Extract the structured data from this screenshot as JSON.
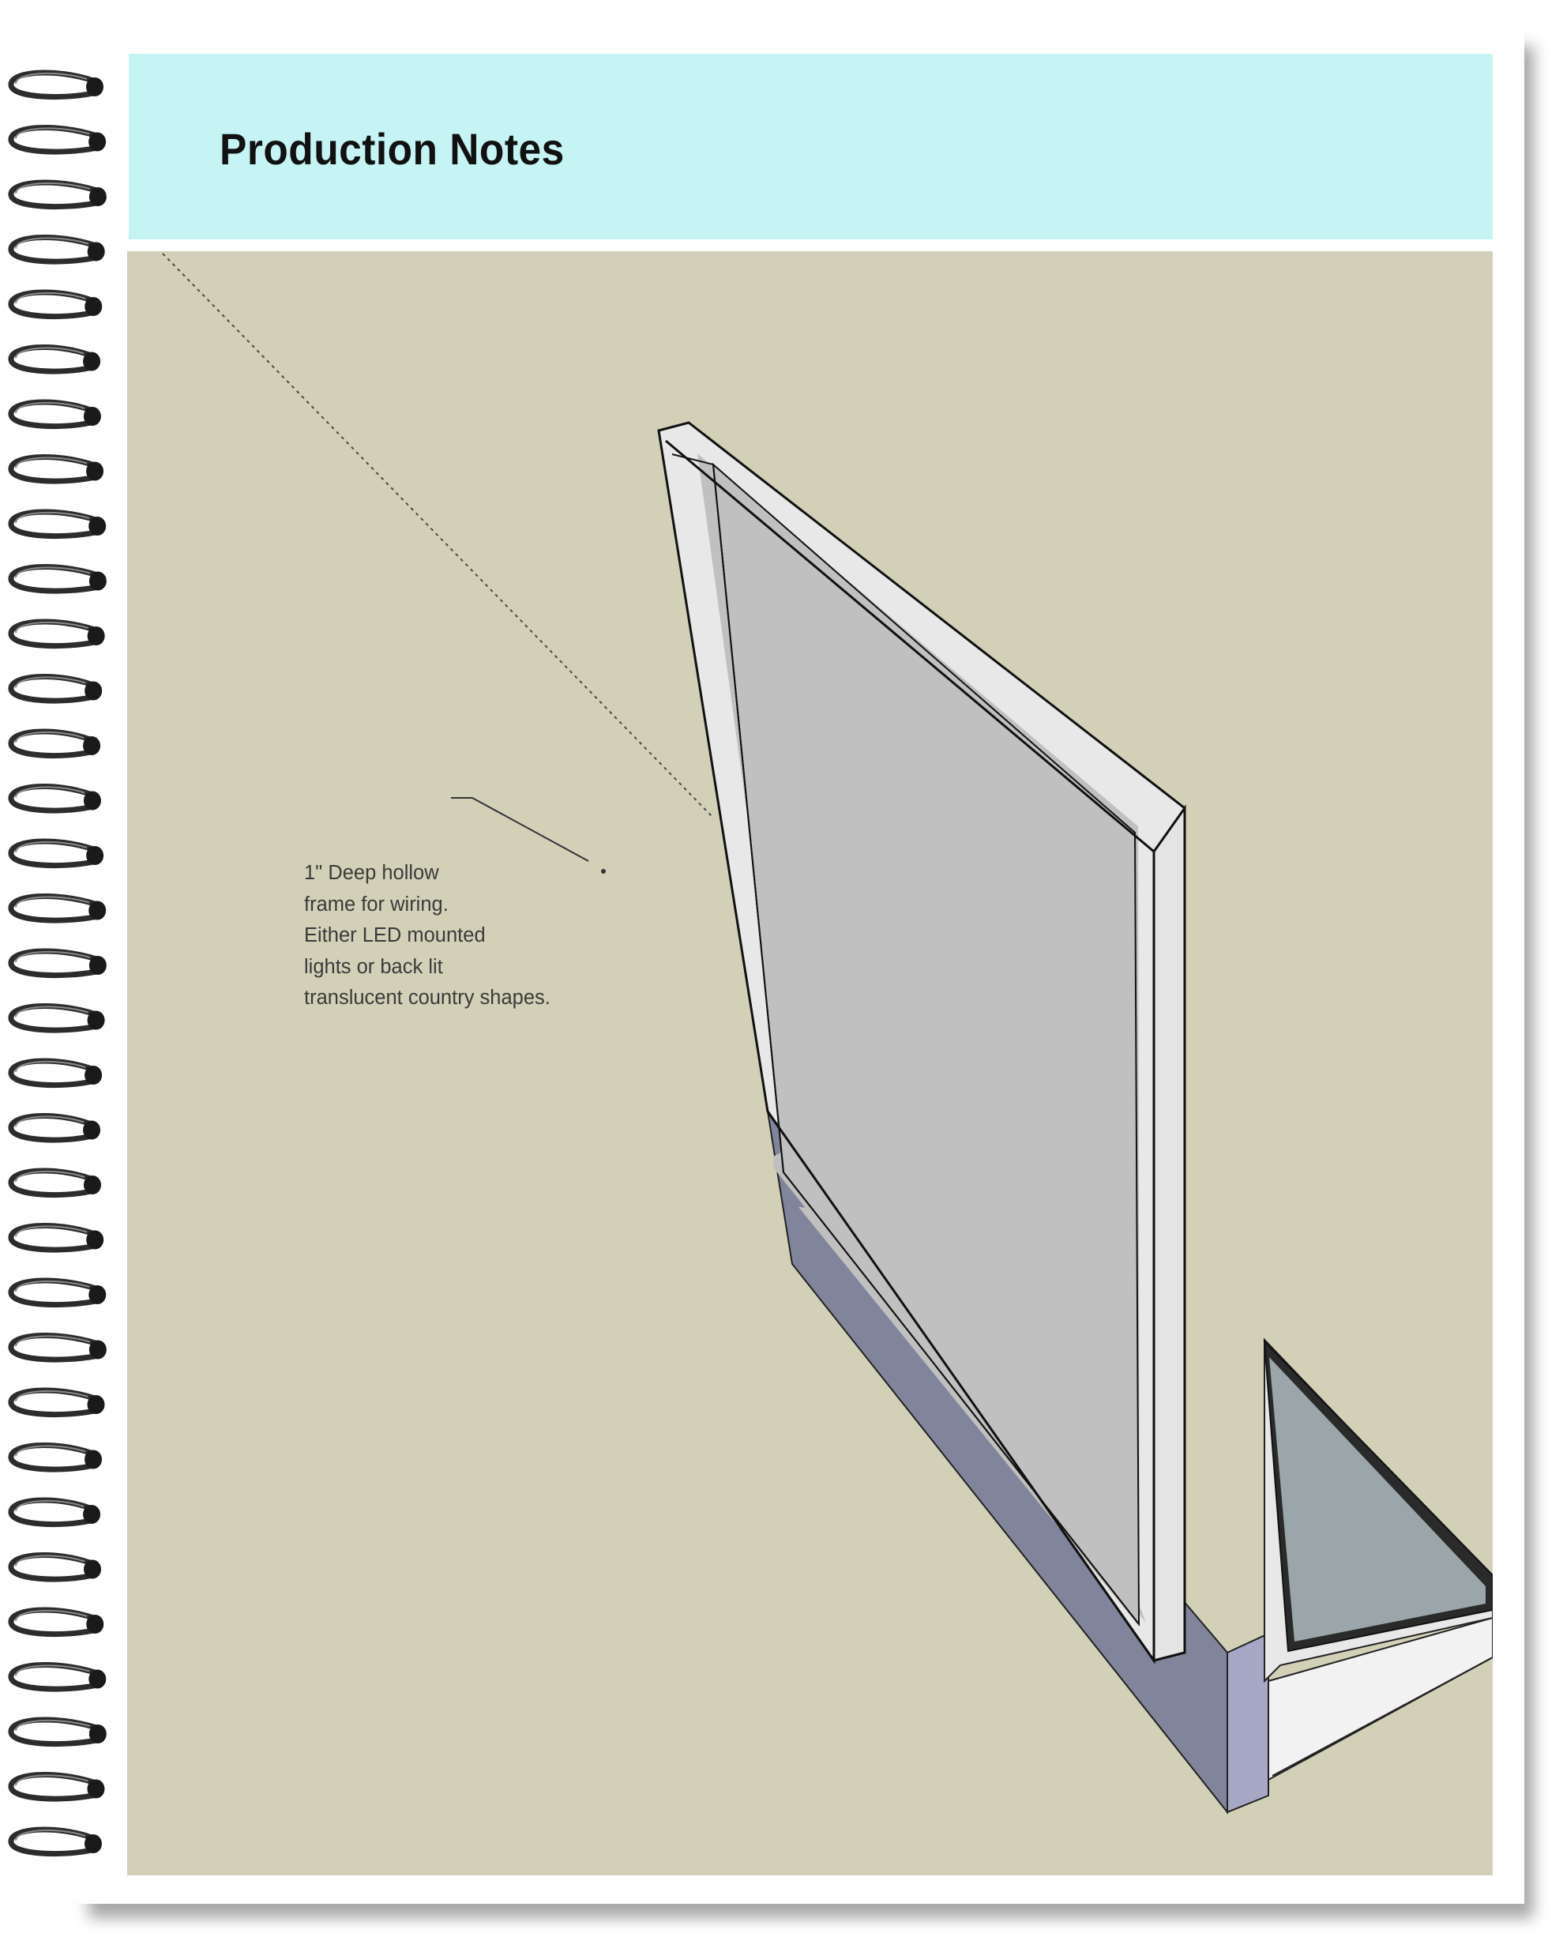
{
  "header": {
    "title": "Production Notes"
  },
  "annotation": {
    "lines": [
      "1\" Deep hollow",
      "frame for wiring.",
      "Either LED mounted",
      "lights or back lit",
      "translucent country shapes."
    ]
  },
  "icons": {
    "binding": "spiral-binding-icon"
  },
  "colors": {
    "header_band": "#c6f4f4",
    "drawing_background": "#d3d0b8",
    "frame": "#e8e8e8",
    "panel": "#c0c0c0",
    "base": "#80859c",
    "base_end": "#a6a8c6"
  }
}
